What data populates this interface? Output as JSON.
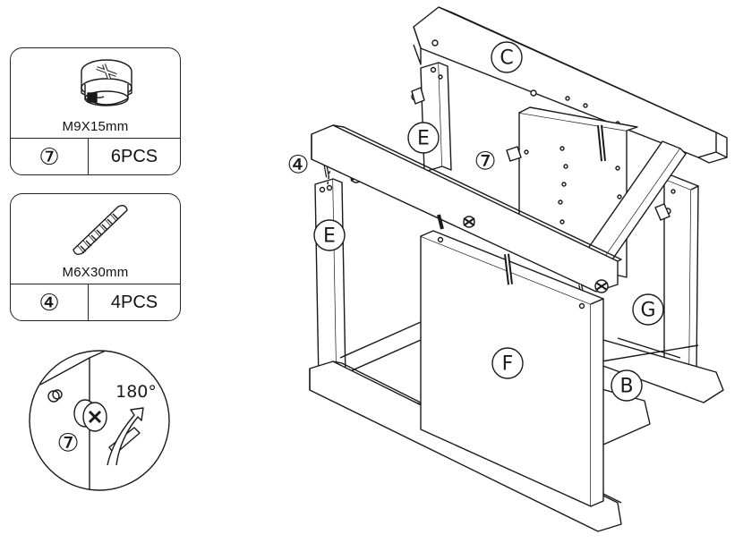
{
  "parts": [
    {
      "size": "M9X15mm",
      "code": "⑦",
      "qty": "6PCS",
      "icon": "cam-lock-icon"
    },
    {
      "size": "M6X30mm",
      "code": "④",
      "qty": "4PCS",
      "icon": "wooden-dowel-icon"
    }
  ],
  "detail": {
    "rotation": "180°",
    "code": "⑦"
  },
  "labels": {
    "c": "C",
    "e_left": "E",
    "e_back": "E",
    "f": "F",
    "g": "G",
    "b": "B",
    "seven": "⑦",
    "four": "④"
  },
  "colors": {
    "line": "#1a1a1a",
    "fill": "#ffffff"
  }
}
